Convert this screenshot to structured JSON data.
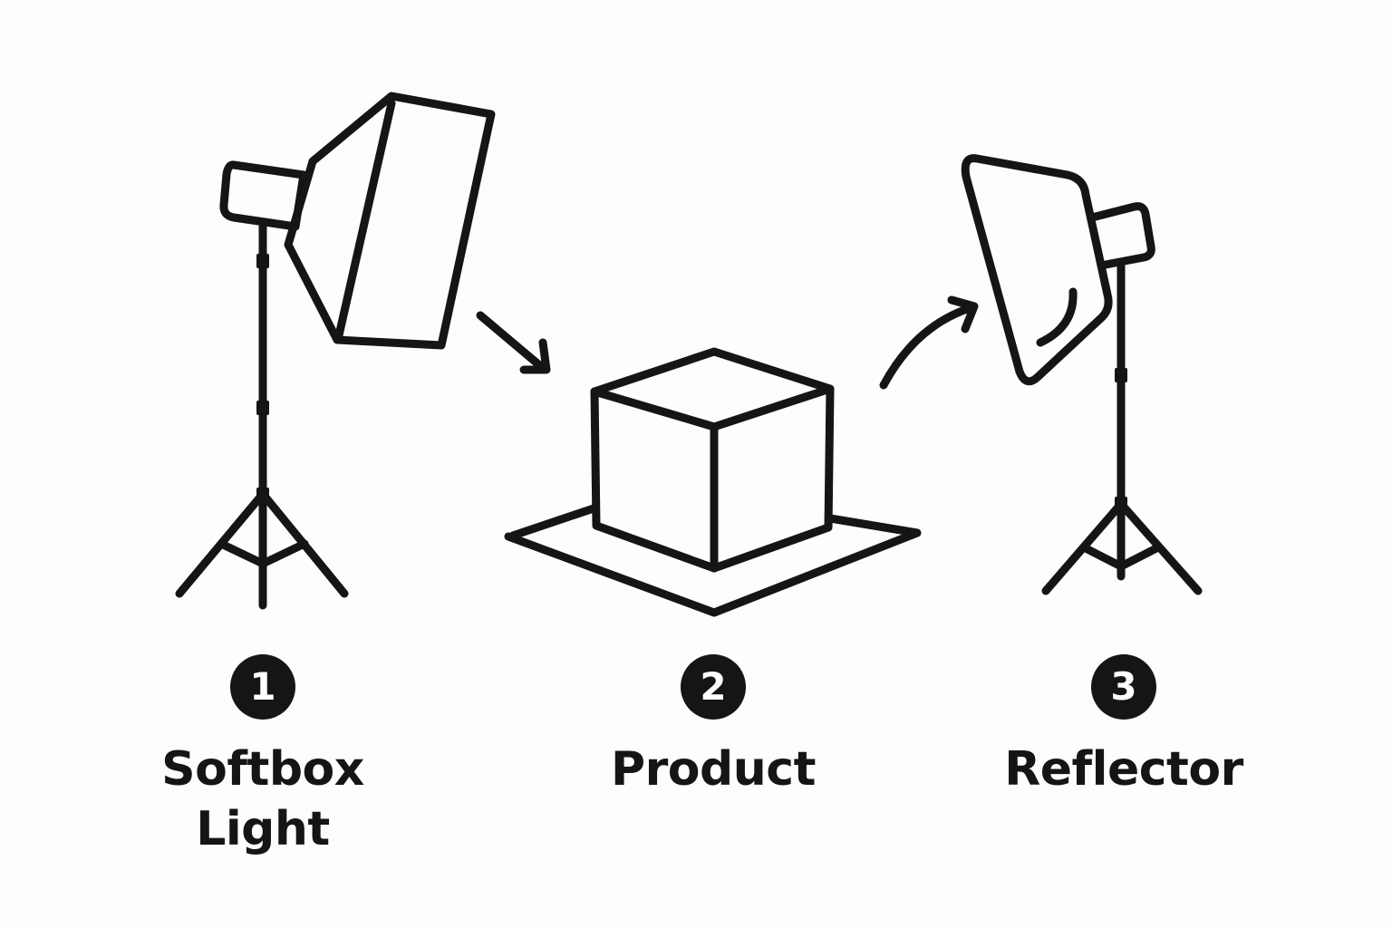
{
  "steps": [
    {
      "number": "1",
      "label_lines": [
        "Softbox",
        "Light"
      ]
    },
    {
      "number": "2",
      "label_lines": [
        "Product"
      ]
    },
    {
      "number": "3",
      "label_lines": [
        "Reflector"
      ]
    }
  ],
  "icons": {
    "softbox": "softbox-light-icon",
    "product": "product-box-icon",
    "reflector": "reflector-icon",
    "arrow_1": "arrow-right-down-icon",
    "arrow_2": "curved-arrow-up-right-icon"
  },
  "colors": {
    "stroke": "#151515",
    "background": "#fdfdfb",
    "badge_fill": "#151515",
    "badge_text": "#ffffff"
  }
}
